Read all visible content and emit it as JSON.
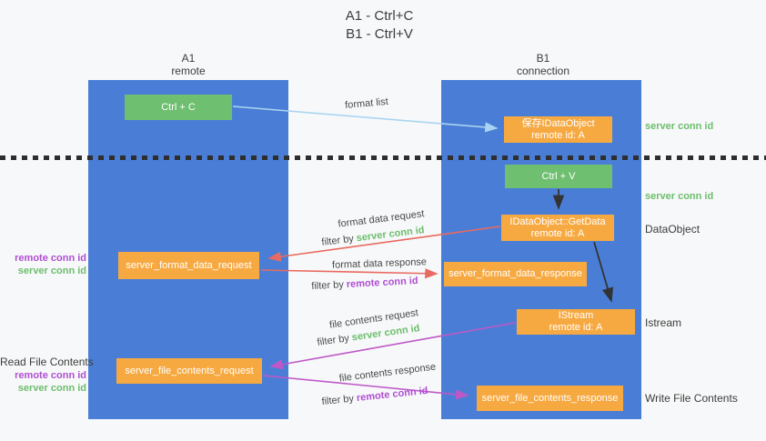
{
  "title": {
    "line1": "A1 - Ctrl+C",
    "line2": "B1 - Ctrl+V"
  },
  "lanes": {
    "a": {
      "name": "A1",
      "subtitle": "remote"
    },
    "b": {
      "name": "B1",
      "subtitle": "connection"
    }
  },
  "boxes": {
    "ctrl_c": {
      "label": "Ctrl + C"
    },
    "save_dataobject": {
      "line1": "保存IDataObject",
      "line2": "remote id: A"
    },
    "ctrl_v": {
      "label": "Ctrl + V"
    },
    "getdata": {
      "line1": "IDataObject::GetData",
      "line2": "remote id: A"
    },
    "format_request": {
      "label": "server_format_data_request"
    },
    "format_response": {
      "label": "server_format_data_response"
    },
    "istream": {
      "line1": "IStream",
      "line2": "remote id: A"
    },
    "file_request": {
      "label": "server_file_contents_request"
    },
    "file_response": {
      "label": "server_file_contents_response"
    }
  },
  "flow_labels": {
    "format_list": "format list",
    "format_data_request": "format data request",
    "format_data_response": "format data response",
    "file_contents_request": "file contents request",
    "file_contents_response": "file contents response"
  },
  "terms": {
    "filter_by": "filter by",
    "server_conn_id": "server conn id",
    "remote_conn_id": "remote conn id"
  },
  "side_labels": {
    "dataobject": "DataObject",
    "istream": "Istream",
    "read_file_contents": "Read File Contents",
    "write_file_contents": "Write File Contents"
  },
  "colors": {
    "bg": "#f7f8f9",
    "lane_blue": "#4a7ed6",
    "box_green": "#6fbf71",
    "box_orange": "#f7a941",
    "arrow_lightblue": "#a9d4f1",
    "arrow_black": "#333333",
    "arrow_red": "#e86a60",
    "arrow_magenta": "#be58c8",
    "text_green": "#6cbe6c",
    "text_purple": "#af4ed2",
    "text_dark": "#3c3c3c",
    "text_flow": "#4a4a4a",
    "dot_dark": "#2e2e2e"
  }
}
